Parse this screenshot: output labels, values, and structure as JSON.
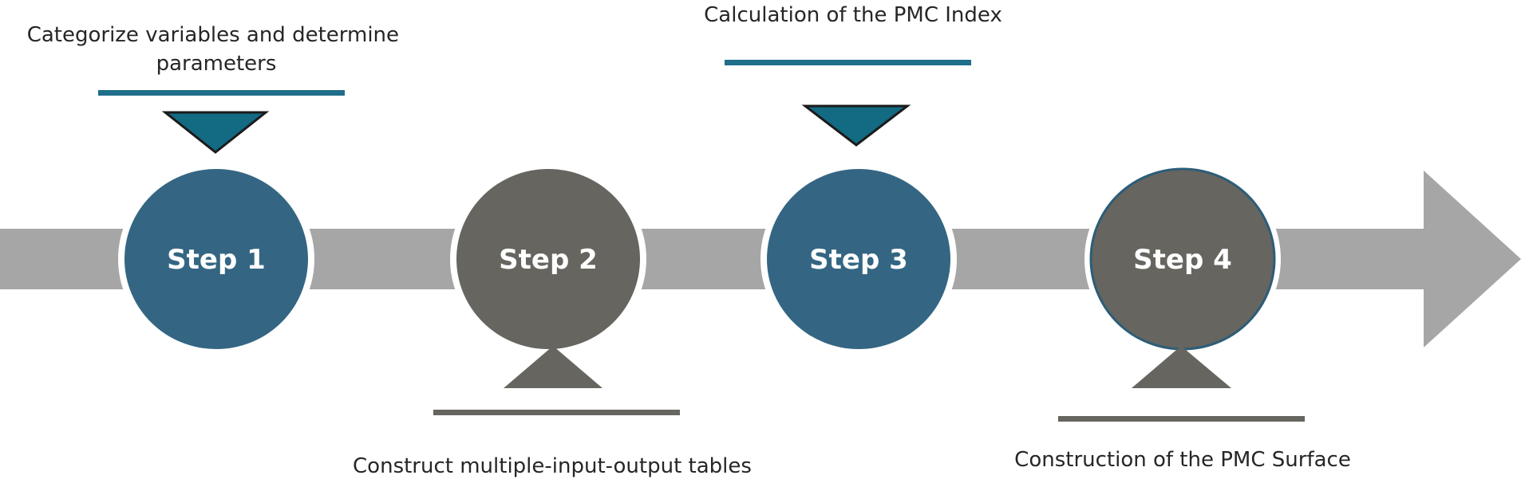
{
  "steps": [
    {
      "label": "Step 1",
      "caption_lines": [
        "Categorize variables and determine",
        "parameters"
      ],
      "color": "#346683",
      "caption_position": "above"
    },
    {
      "label": "Step 2",
      "caption_lines": [
        "Construct multiple-input-output tables"
      ],
      "color": "#666560",
      "caption_position": "below"
    },
    {
      "label": "Step 3",
      "caption_lines": [
        "Calculation of the PMC Index"
      ],
      "color": "#346683",
      "caption_position": "above"
    },
    {
      "label": "Step 4",
      "caption_lines": [
        "Construction of the PMC Surface"
      ],
      "color": "#666560",
      "caption_position": "below"
    }
  ],
  "colors": {
    "arrow": "#a6a6a6",
    "accent_bar": "#1f6e8a",
    "pointer_teal": "#136a83",
    "pointer_dark": "#666560",
    "text": "#262626"
  }
}
